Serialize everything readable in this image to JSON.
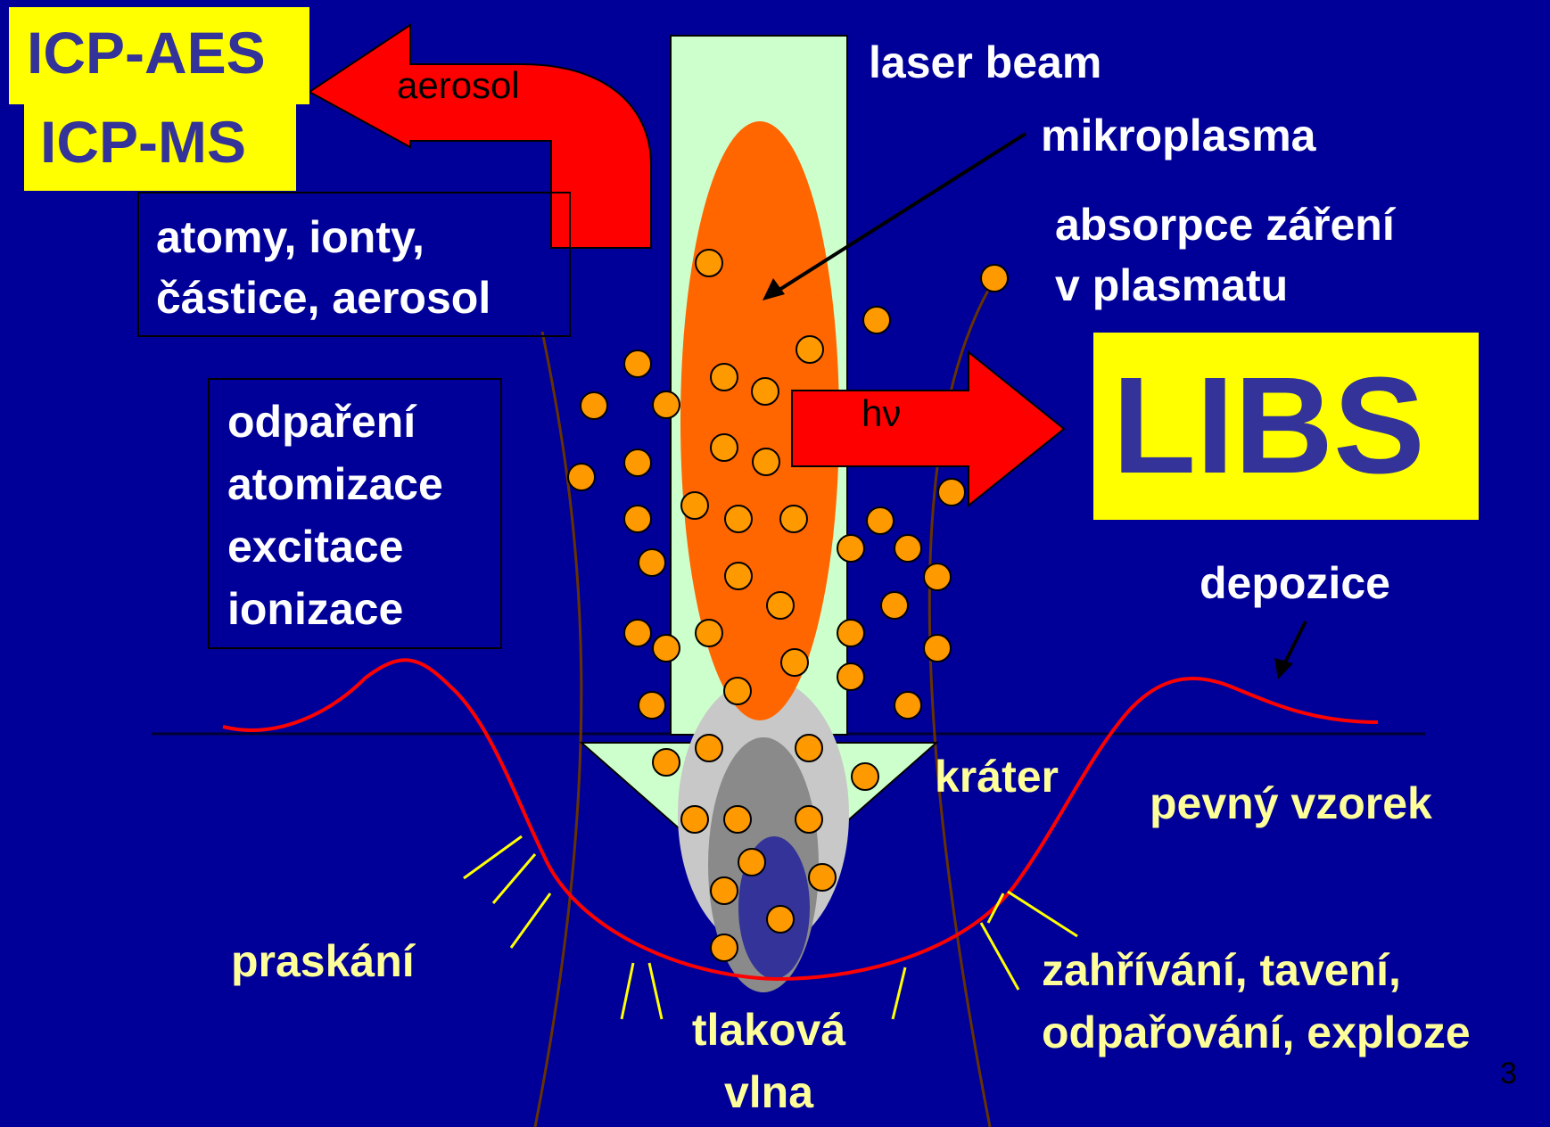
{
  "colors": {
    "background": "#000099",
    "beam": "#ccffcc",
    "plasma": "#ff6600",
    "particle": "#ff9900",
    "arrow": "#ff0000",
    "highlight": "#ffff00",
    "libs_text": "#333399",
    "white_text": "#ffffff",
    "yellow_text": "#ffff99",
    "surface_line": "#ff0000",
    "flow_line": "#663300",
    "crack_line": "#ffff00"
  },
  "methods": {
    "line1": "ICP-AES",
    "line2": "ICP-MS"
  },
  "aerosol_arrow_label": "aerosol",
  "laser_beam_label": "laser beam",
  "microplasma_label": "mikroplasma",
  "absorption_label": {
    "line1": "absorpce záření",
    "line2": "v plasmatu"
  },
  "products_box": {
    "line1": "atomy, ionty,",
    "line2": "částice, aerosol"
  },
  "processes_box": {
    "lines": [
      "odpaření",
      "atomizace",
      "excitace",
      "ionizace"
    ]
  },
  "emission_arrow_label": "hν",
  "libs_label": "LIBS",
  "deposition_label": "depozice",
  "crater_label": "kráter",
  "solid_sample_label": "pevný vzorek",
  "cracking_label": "praskání",
  "heating_label": {
    "line1": "zahřívání, tavení,",
    "line2": "odpařování, exploze"
  },
  "pressure_wave_label": {
    "line1": "tlaková",
    "line2": "vlna"
  },
  "page_number": "3"
}
